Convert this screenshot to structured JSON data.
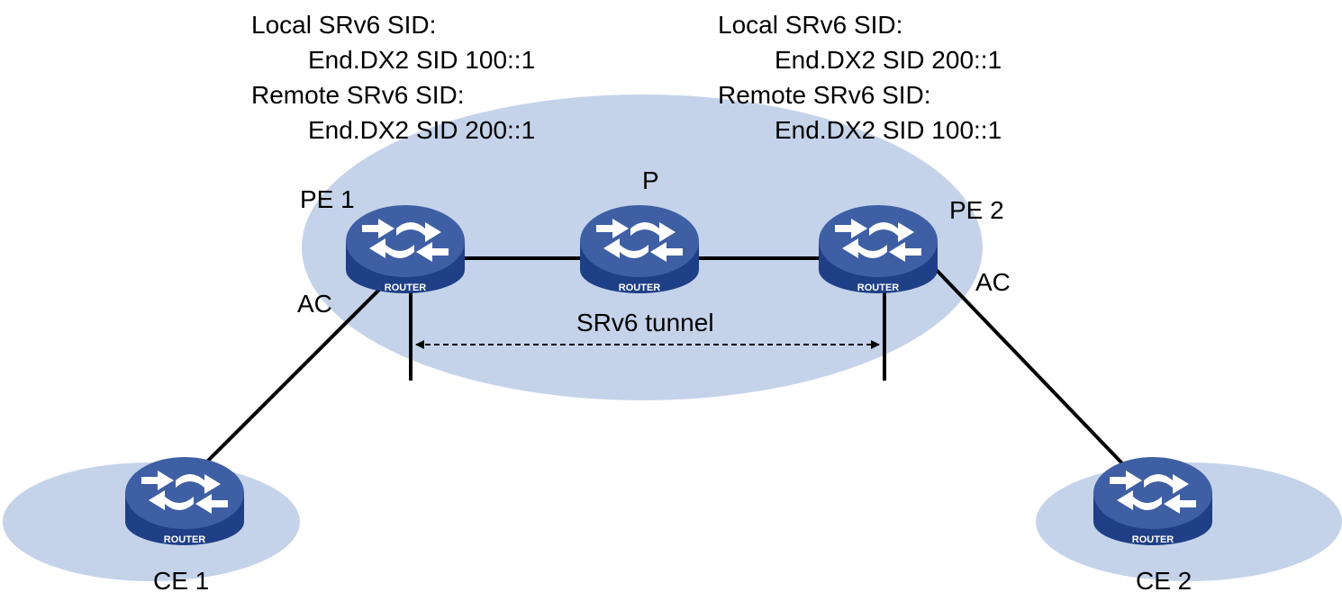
{
  "colors": {
    "cloud": "#c5d3ea",
    "router_top": "#3f5fa4",
    "router_side": "#1f3f86",
    "router_icon": "#ffffff",
    "link": "#000000"
  },
  "pe1_sids": {
    "local_heading": "Local SRv6 SID:",
    "local_value": "End.DX2 SID 100::1",
    "remote_heading": "Remote SRv6 SID:",
    "remote_value": "End.DX2 SID 200::1"
  },
  "pe2_sids": {
    "local_heading": "Local SRv6 SID:",
    "local_value": "End.DX2 SID 200::1",
    "remote_heading": "Remote SRv6 SID:",
    "remote_value": "End.DX2 SID 100::1"
  },
  "nodes": {
    "pe1": {
      "label": "PE 1",
      "device_text": "ROUTER",
      "icon": "router-icon"
    },
    "p": {
      "label": "P",
      "device_text": "ROUTER",
      "icon": "router-icon"
    },
    "pe2": {
      "label": "PE 2",
      "device_text": "ROUTER",
      "icon": "router-icon"
    },
    "ce1": {
      "label": "CE 1",
      "device_text": "ROUTER",
      "icon": "router-icon"
    },
    "ce2": {
      "label": "CE 2",
      "device_text": "ROUTER",
      "icon": "router-icon"
    }
  },
  "links": {
    "ac_left": "AC",
    "ac_right": "AC",
    "tunnel": "SRv6 tunnel"
  }
}
